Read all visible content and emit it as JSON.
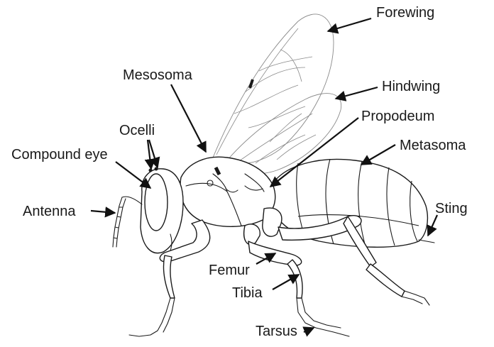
{
  "labels": {
    "forewing": "Forewing",
    "mesosoma": "Mesosoma",
    "hindwing": "Hindwing",
    "propodeum": "Propodeum",
    "ocelli": "Ocelli",
    "compound_eye": "Compound eye",
    "metasoma": "Metasoma",
    "antenna": "Antenna",
    "sting": "Sting",
    "femur": "Femur",
    "tibia": "Tibia",
    "tarsus": "Tarsus"
  },
  "colors": {
    "outline": "#1a1a1a",
    "wing": "#8a8a8a",
    "background": "#ffffff"
  }
}
